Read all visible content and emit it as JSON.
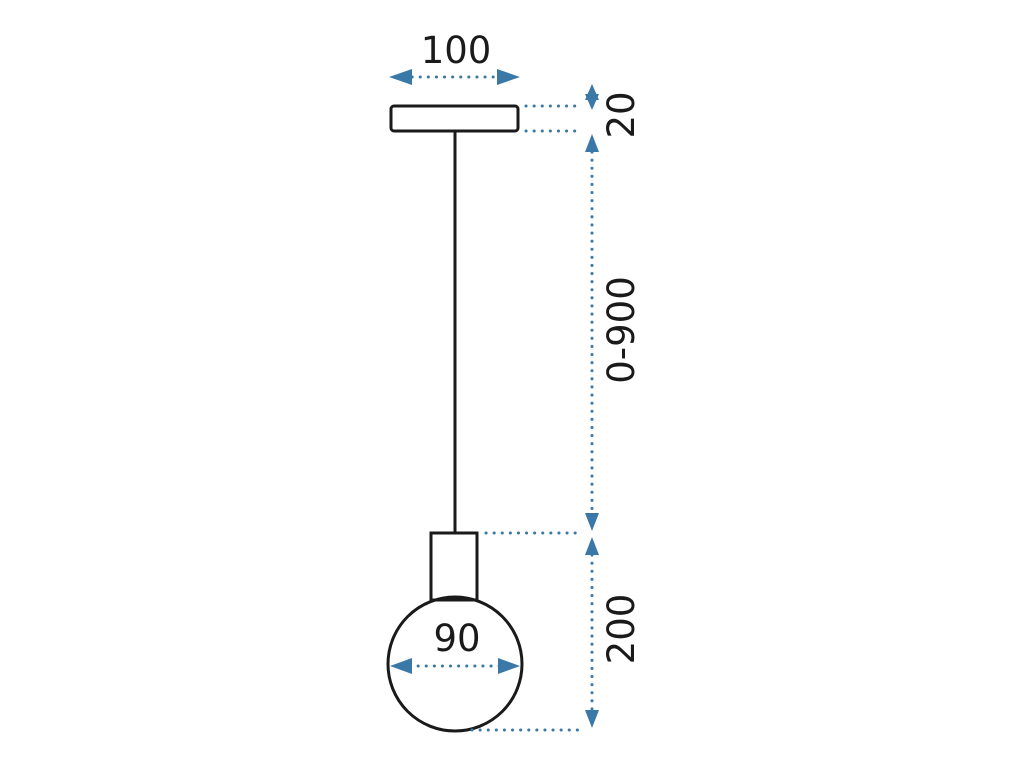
{
  "colors": {
    "outline": "#1a1a1a",
    "dimension": "#3a78a8",
    "background": "#ffffff"
  },
  "dimensions": {
    "canopy_width": "100",
    "canopy_height": "20",
    "cable_length": "0-900",
    "lamp_height": "200",
    "globe_diameter": "90"
  }
}
